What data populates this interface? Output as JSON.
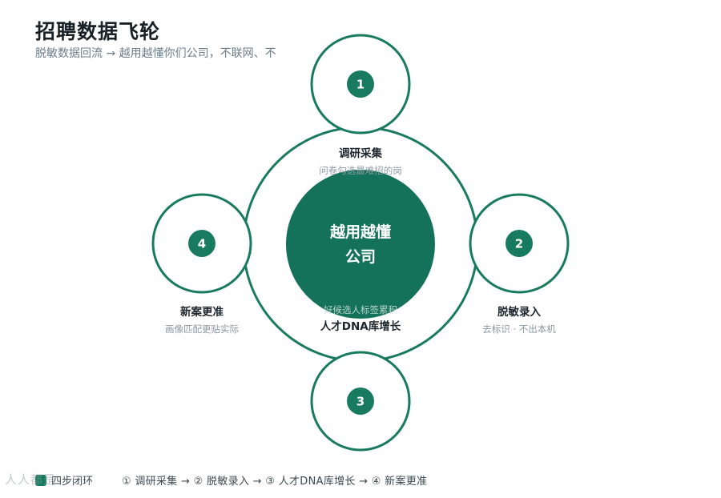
{
  "header": {
    "title": "招聘数据飞轮",
    "subtitle": "脱敏数据回流 → 越用越懂你们公司，不联网、不"
  },
  "hub": {
    "line1": "越用越懂",
    "line2": "公司"
  },
  "steps": [
    {
      "number": "1",
      "label": "调研采集",
      "desc": "问卷勾选最难招的岗"
    },
    {
      "number": "2",
      "label": "脱敏录入",
      "desc": "去标识 · 不出本机"
    },
    {
      "number": "3",
      "label": "人才DNA库增长",
      "desc": "好候选人标签累积"
    },
    {
      "number": "4",
      "label": "新案更准",
      "desc": "画像匹配更贴实际"
    }
  ],
  "footer": {
    "legend_label": "四步闭环",
    "flow": "① 调研采集 → ② 脱敏录入 → ③ 人才DNA库增长 → ④ 新案更准"
  },
  "watermark": "人人都是",
  "colors": {
    "accent": "#187a5f",
    "hub": "#15725a",
    "title": "#172126",
    "muted": "#8a98a2"
  }
}
